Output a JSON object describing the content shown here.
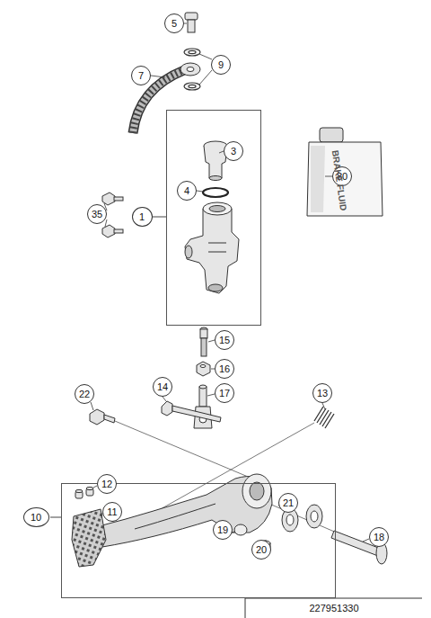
{
  "diagram": {
    "nodes": [
      {
        "text": [
          "5"
        ]
      },
      {
        "text": [
          "9"
        ]
      },
      {
        "text": [
          "7"
        ]
      },
      {
        "text": [
          "1"
        ]
      },
      {
        "text": [
          "3"
        ],
        "in": 3
      },
      {
        "text": [
          "4"
        ],
        "in": 3
      },
      {
        "text": [
          "80"
        ]
      },
      {
        "text": [
          "35"
        ]
      },
      {
        "text": [
          "15"
        ]
      },
      {
        "text": [
          "16"
        ]
      },
      {
        "text": [
          "22"
        ]
      },
      {
        "text": [
          "14"
        ]
      },
      {
        "text": [
          "17"
        ]
      },
      {
        "text": [
          "13"
        ]
      },
      {
        "text": [
          "10"
        ]
      },
      {
        "text": [
          "12"
        ],
        "in": 14
      },
      {
        "text": [
          "11"
        ],
        "in": 14
      },
      {
        "text": [
          "19"
        ],
        "in": 14
      },
      {
        "text": [
          "21"
        ],
        "in": 14
      },
      {
        "text": [
          "20"
        ],
        "in": 14
      },
      {
        "text": [
          "18"
        ]
      }
    ],
    "labels": [
      "BRAKE FLUID",
      "227951330"
    ]
  }
}
